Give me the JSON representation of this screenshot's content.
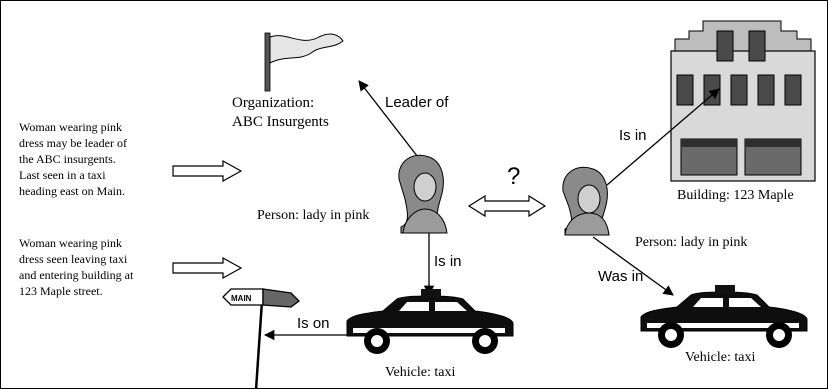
{
  "diagram": {
    "reports": {
      "first": [
        "Woman wearing pink",
        "dress may be leader of",
        "the ABC insurgents.",
        "Last seen in a taxi",
        "heading east on Main."
      ],
      "second": [
        "Woman wearing pink",
        "dress seen leaving taxi",
        "and entering building at",
        "123 Maple street."
      ]
    },
    "left_graph": {
      "organization_label": [
        "Organization:",
        "ABC Insurgents"
      ],
      "person_label": "Person: lady in pink",
      "vehicle_label": "Vehicle: taxi",
      "street_sign": "MAIN",
      "edges": {
        "leader_of": "Leader of",
        "is_in": "Is in",
        "is_on": "Is on"
      }
    },
    "right_graph": {
      "building_label": "Building: 123 Maple",
      "person_label": "Person: lady in pink",
      "vehicle_label": "Vehicle: taxi",
      "edges": {
        "is_in": "Is in",
        "was_in": "Was in"
      }
    },
    "match_symbol": "?"
  }
}
